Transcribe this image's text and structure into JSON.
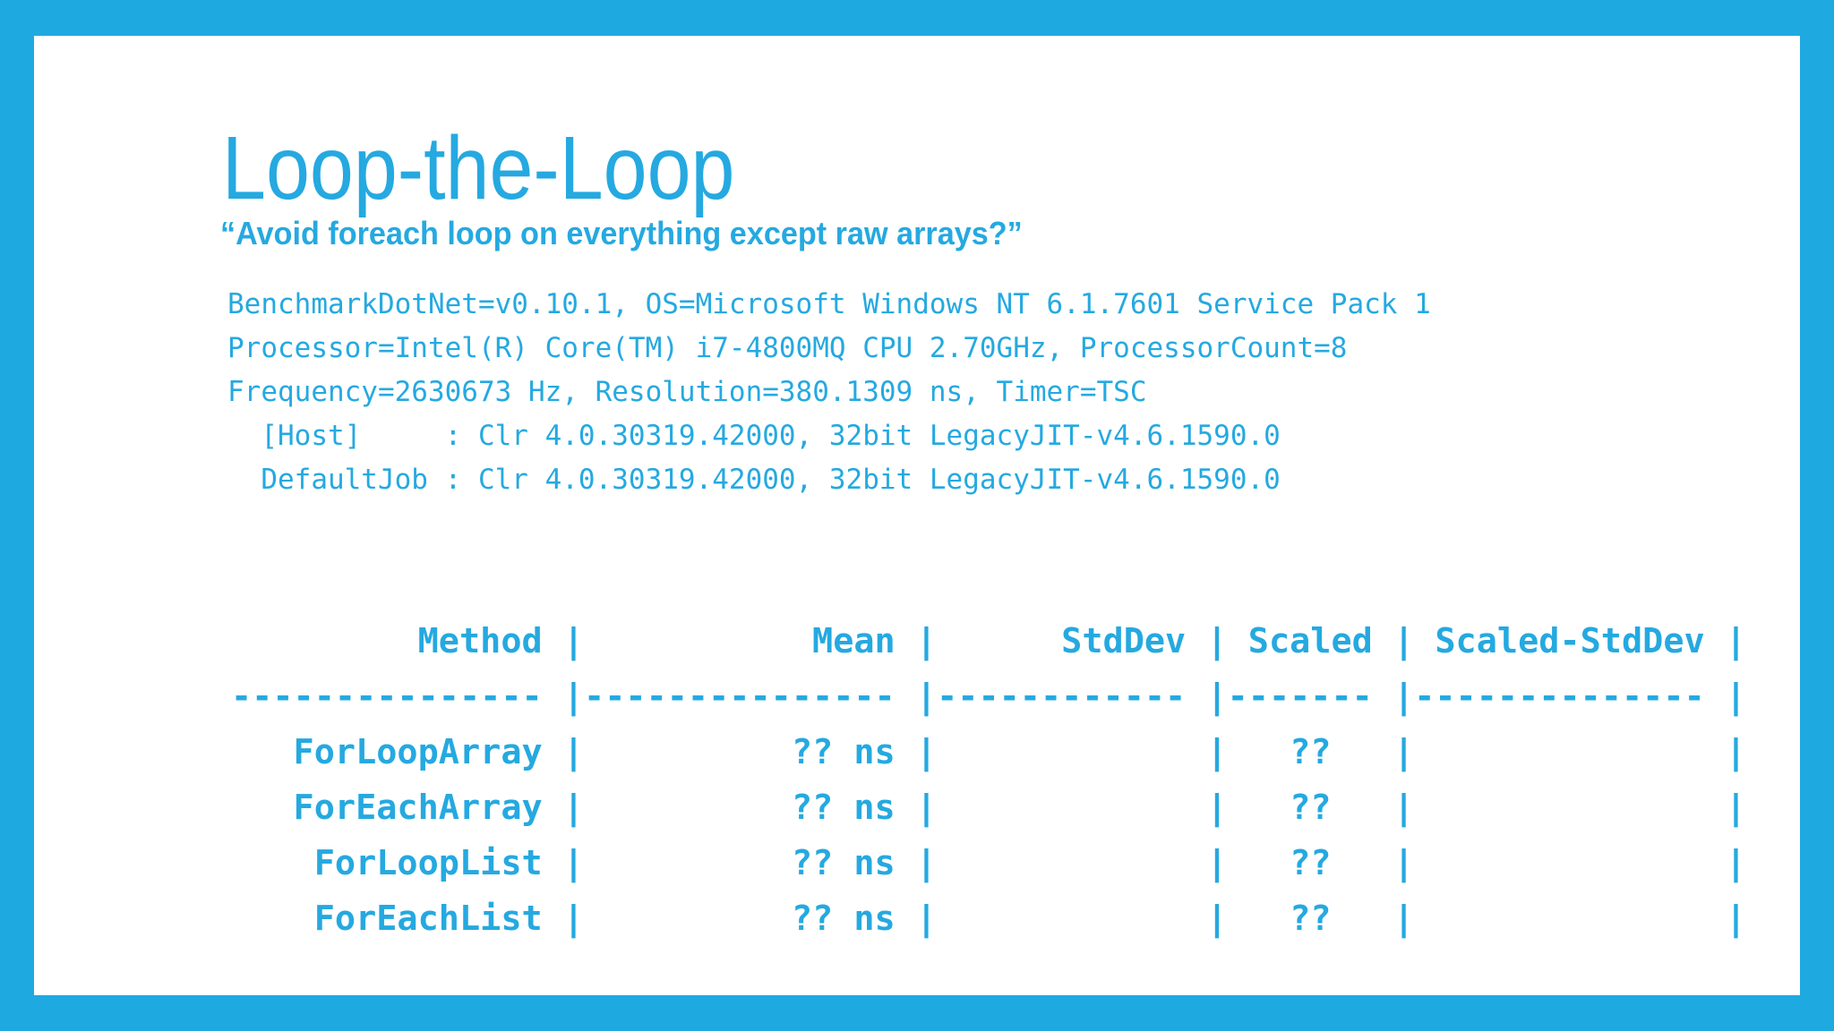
{
  "slide": {
    "title": "Loop-the-Loop",
    "subtitle": "“Avoid foreach loop on everything except raw arrays?”"
  },
  "colors": {
    "accent": "#25a9e0",
    "frame": "#1fa9e1",
    "card_background": "#ffffff"
  },
  "environment": {
    "lines": [
      "BenchmarkDotNet=v0.10.1, OS=Microsoft Windows NT 6.1.7601 Service Pack 1",
      "Processor=Intel(R) Core(TM) i7-4800MQ CPU 2.70GHz, ProcessorCount=8",
      "Frequency=2630673 Hz, Resolution=380.1309 ns, Timer=TSC",
      "  [Host]     : Clr 4.0.30319.42000, 32bit LegacyJIT-v4.6.1590.0",
      "  DefaultJob : Clr 4.0.30319.42000, 32bit LegacyJIT-v4.6.1590.0"
    ]
  },
  "benchmark_table": {
    "columns": [
      "Method",
      "Mean",
      "StdDev",
      "Scaled",
      "Scaled-StdDev"
    ],
    "rows": [
      {
        "method": "ForLoopArray",
        "mean": "?? ns",
        "stddev": "",
        "scaled": "??",
        "scaled_stddev": ""
      },
      {
        "method": "ForEachArray",
        "mean": "?? ns",
        "stddev": "",
        "scaled": "??",
        "scaled_stddev": ""
      },
      {
        "method": "ForLoopList",
        "mean": "?? ns",
        "stddev": "",
        "scaled": "??",
        "scaled_stddev": ""
      },
      {
        "method": "ForEachList",
        "mean": "?? ns",
        "stddev": "",
        "scaled": "??",
        "scaled_stddev": ""
      }
    ],
    "ascii": [
      "         Method |           Mean |      StdDev | Scaled | Scaled-StdDev |",
      "--------------- |--------------- |------------ |------- |-------------- |",
      "   ForLoopArray |          ?? ns |             |   ??   |               |",
      "   ForEachArray |          ?? ns |             |   ??   |               |",
      "    ForLoopList |          ?? ns |             |   ??   |               |",
      "    ForEachList |          ?? ns |             |   ??   |               |"
    ]
  }
}
